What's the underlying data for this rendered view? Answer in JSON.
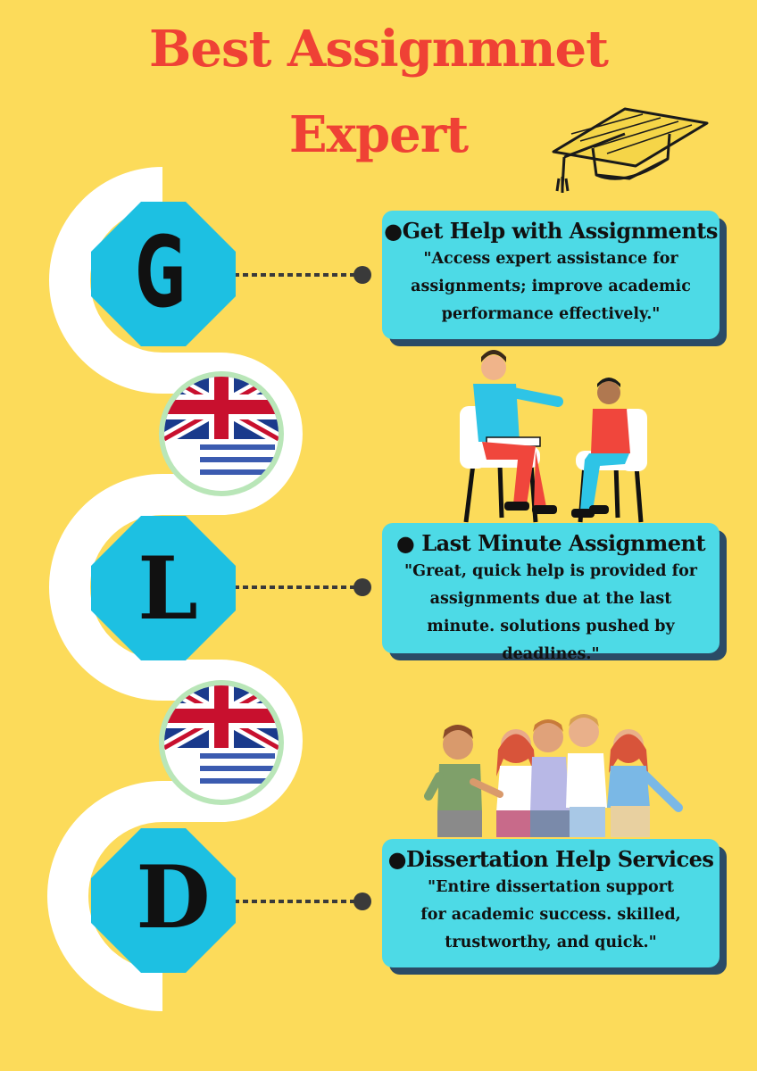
{
  "title": {
    "line1": "Best Assignmnet",
    "line2": "Expert"
  },
  "steps": [
    {
      "letter": "G",
      "heading": "●Get Help with Assignments",
      "text": "\"Access expert assistance for assignments; improve academic performance effectively.\""
    },
    {
      "letter": "L",
      "heading": "● Last Minute Assignment",
      "text": "\"Great, quick help is provided for assignments due at the last minute. solutions pushed by deadlines.\""
    },
    {
      "letter": "D",
      "heading": "●Dissertation Help Services",
      "text": "\"Entire dissertation support for academic success. skilled, trustworthy, and quick.\""
    }
  ],
  "icons": [
    "graduation-cap-icon",
    "uk-flag-document-icon",
    "tutor-student-illustration",
    "group-of-friends-illustration"
  ],
  "colors": {
    "background": "#FCDB5A",
    "title": "#EF4135",
    "octagon": "#1DC0E2",
    "card": "#4DDAE6",
    "card_shadow": "#2B4B66",
    "connector": "#3A3A3A"
  }
}
